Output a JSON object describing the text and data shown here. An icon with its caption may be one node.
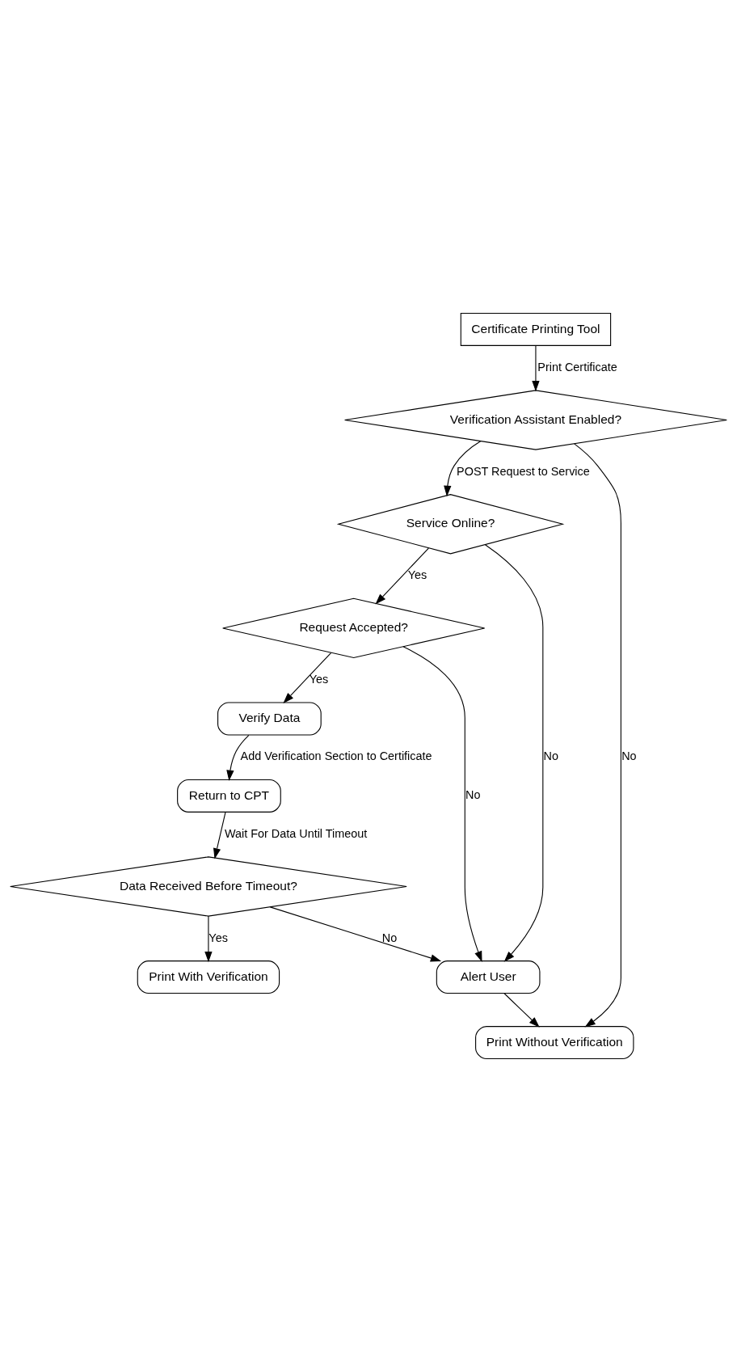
{
  "diagram": {
    "nodes": [
      {
        "text": [
          "Certificate Printing Tool"
        ]
      },
      {
        "text": [
          "Verification Assistant Enabled?"
        ]
      },
      {
        "text": [
          "Service Online?"
        ]
      },
      {
        "text": [
          "Request Accepted?"
        ]
      },
      {
        "text": [
          "Verify Data"
        ]
      },
      {
        "text": [
          "Alert User"
        ]
      },
      {
        "text": [
          "Return to CPT"
        ]
      },
      {
        "text": [
          "Data Received Before Timeout?"
        ]
      },
      {
        "text": [
          "Print Without Verification"
        ]
      },
      {
        "text": [
          "Print With Verification"
        ]
      }
    ],
    "edges": [
      {
        "from": 0,
        "to": 1,
        "arrow": "to",
        "label": "Print Certificate"
      },
      {
        "from": 1,
        "to": 8,
        "arrow": "to",
        "label": "No"
      },
      {
        "from": 1,
        "to": 2,
        "arrow": "to",
        "label": "POST Request to Service"
      },
      {
        "from": 2,
        "to": 5,
        "arrow": "to",
        "label": "No"
      },
      {
        "from": 2,
        "to": 3,
        "arrow": "to",
        "label": "Yes"
      },
      {
        "from": 3,
        "to": 5,
        "arrow": "to",
        "label": "No"
      },
      {
        "from": 3,
        "to": 4,
        "arrow": "to",
        "label": "Yes"
      },
      {
        "from": 4,
        "to": 6,
        "arrow": "to",
        "label": "Add Verification Section to Certificate"
      },
      {
        "from": 6,
        "to": 7,
        "arrow": "to",
        "label": "Wait For Data Until Timeout"
      },
      {
        "from": 7,
        "to": 5,
        "arrow": "to",
        "label": "No"
      },
      {
        "from": 5,
        "to": 8,
        "arrow": "to"
      },
      {
        "from": 7,
        "to": 9,
        "arrow": "to",
        "label": "Yes"
      }
    ]
  }
}
